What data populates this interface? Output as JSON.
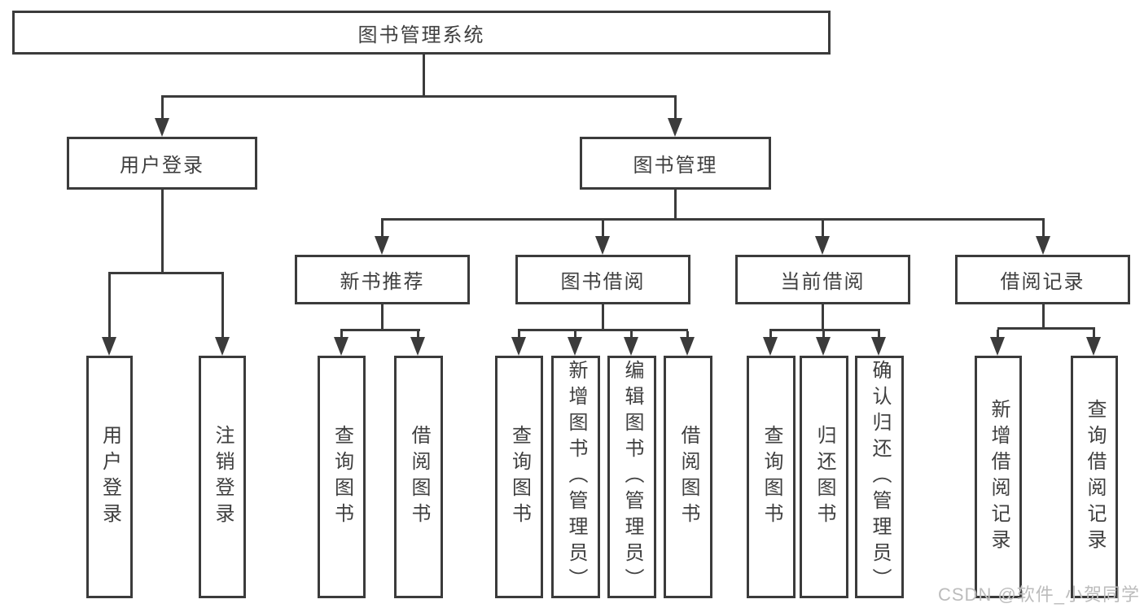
{
  "diagram": {
    "nodes": {
      "root": "图书管理系统",
      "user_login": "用户登录",
      "book_mgmt": "图书管理",
      "new_books": "新书推荐",
      "book_borrow": "图书借阅",
      "current_borrow": "当前借阅",
      "borrow_record": "借阅记录",
      "leaf_user_login": "用户登录",
      "leaf_logout": "注销登录",
      "leaf_nb_query": "查询图书",
      "leaf_nb_borrow": "借阅图书",
      "leaf_bb_query": "查询图书",
      "leaf_bb_add": "新增图书（管理员）",
      "leaf_bb_edit": "编辑图书（管理员）",
      "leaf_bb_borrow": "借阅图书",
      "leaf_cb_query": "查询图书",
      "leaf_cb_return": "归还图书",
      "leaf_cb_confirm": "确认归还（管理员）",
      "leaf_br_add": "新增借阅记录",
      "leaf_br_query": "查询借阅记录"
    },
    "watermark": "CSDN @软件_小贺同学"
  }
}
